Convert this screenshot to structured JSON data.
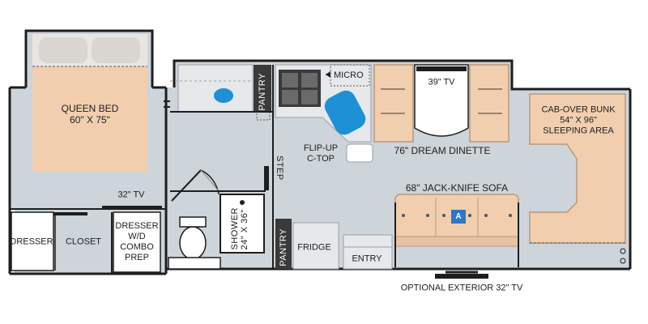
{
  "labels": {
    "queen_bed": "QUEEN BED",
    "queen_bed_size": "60\" X 75\"",
    "tv_bedroom": "32\" TV",
    "dresser": "DRESSER",
    "closet": "CLOSET",
    "dresser_combo_1": "DRESSER",
    "dresser_combo_2": "W/D",
    "dresser_combo_3": "COMBO",
    "dresser_combo_4": "PREP",
    "shower": "SHOWER",
    "shower_size": "24\" X 36\"",
    "pantry_top": "PANTRY",
    "pantry_bottom": "PANTRY",
    "step": "STEP",
    "micro": "MICRO",
    "flip_up_1": "FLIP-UP",
    "flip_up_2": "C-TOP",
    "tv_dinette": "39\" TV",
    "dream_dinette": "76\" DREAM DINETTE",
    "jack_knife_sofa": "68\" JACK-KNIFE SOFA",
    "sofa_tag": "A",
    "fridge": "FRIDGE",
    "entry": "ENTRY",
    "exterior_tv": "OPTIONAL EXTERIOR 32\" TV",
    "cab_over_1": "CAB-OVER BUNK",
    "cab_over_2": "54\" X 96\"",
    "cab_over_3": "SLEEPING AREA"
  },
  "colors": {
    "floor": "#cdd4da",
    "wall": "#1e1e1e",
    "bed": "#f1cfae",
    "cabinet": "#e6e8ea",
    "sink": "#1e90d6",
    "tag": "#2b77c9"
  }
}
